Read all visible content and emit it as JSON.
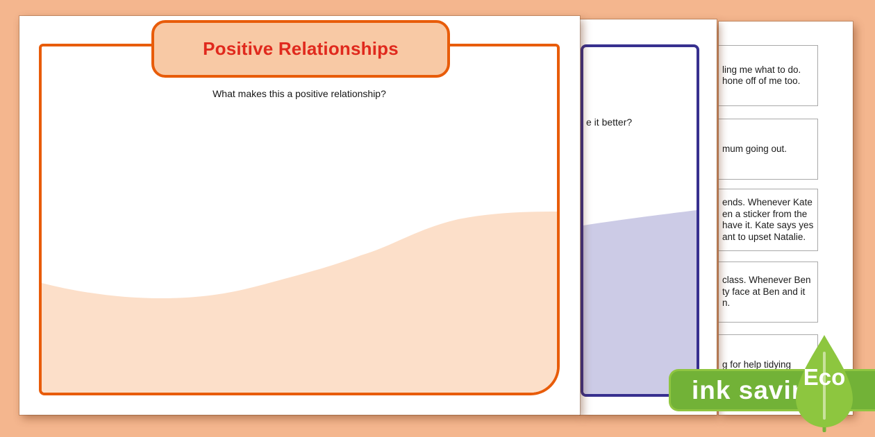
{
  "page1": {
    "title": "Positive Relationships",
    "subtitle": "What makes this a positive relationship?"
  },
  "page2": {
    "prompt_fragment": "e it better?"
  },
  "page3": {
    "boxes": [
      {
        "lines": [
          "ling me what to do.",
          "hone off of me too."
        ]
      },
      {
        "lines": [
          "mum going out."
        ]
      },
      {
        "lines": [
          "ends. Whenever Kate",
          "en a sticker from the",
          " have it. Kate says yes",
          "ant to upset Natalie."
        ]
      },
      {
        "lines": [
          "class. Whenever Ben",
          "ty face at Ben and it",
          "n."
        ]
      },
      {
        "lines": [
          "g for help tidying"
        ]
      }
    ]
  },
  "badge": {
    "label": "ink saving",
    "eco_label": "Eco"
  },
  "colors": {
    "background": "#f4b68e",
    "orange_border": "#e85c0a",
    "tab_fill": "#f8c9a5",
    "title_red": "#e0291d",
    "front_wave": "#fcdfc9",
    "purple_border": "#37308f",
    "lavender_wave": "#cccbe6",
    "banner_green": "#72b237",
    "banner_edge_green": "#8fc541",
    "leaf_green": "#8dc63f"
  }
}
